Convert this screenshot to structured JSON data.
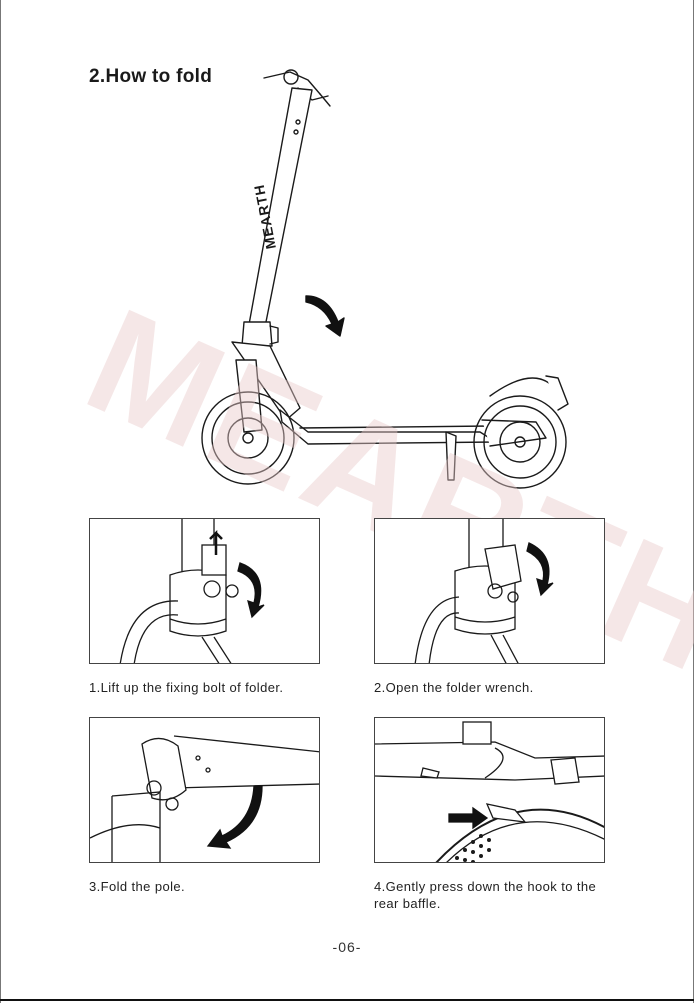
{
  "section": {
    "title": "2.How to fold"
  },
  "steps": [
    {
      "caption": "1.Lift up the fixing bolt of folder."
    },
    {
      "caption": "2.Open the folder wrench."
    },
    {
      "caption": "3.Fold the pole."
    },
    {
      "caption": "4.Gently press down the hook to the rear baffle."
    }
  ],
  "branding": {
    "stem_logo": "MEARTH",
    "watermark": "MEARTH"
  },
  "footer": {
    "page_number": "-06-"
  },
  "colors": {
    "ink": "#1a1a1a",
    "watermark": "#e9c9c9",
    "arrow": "#111111"
  }
}
